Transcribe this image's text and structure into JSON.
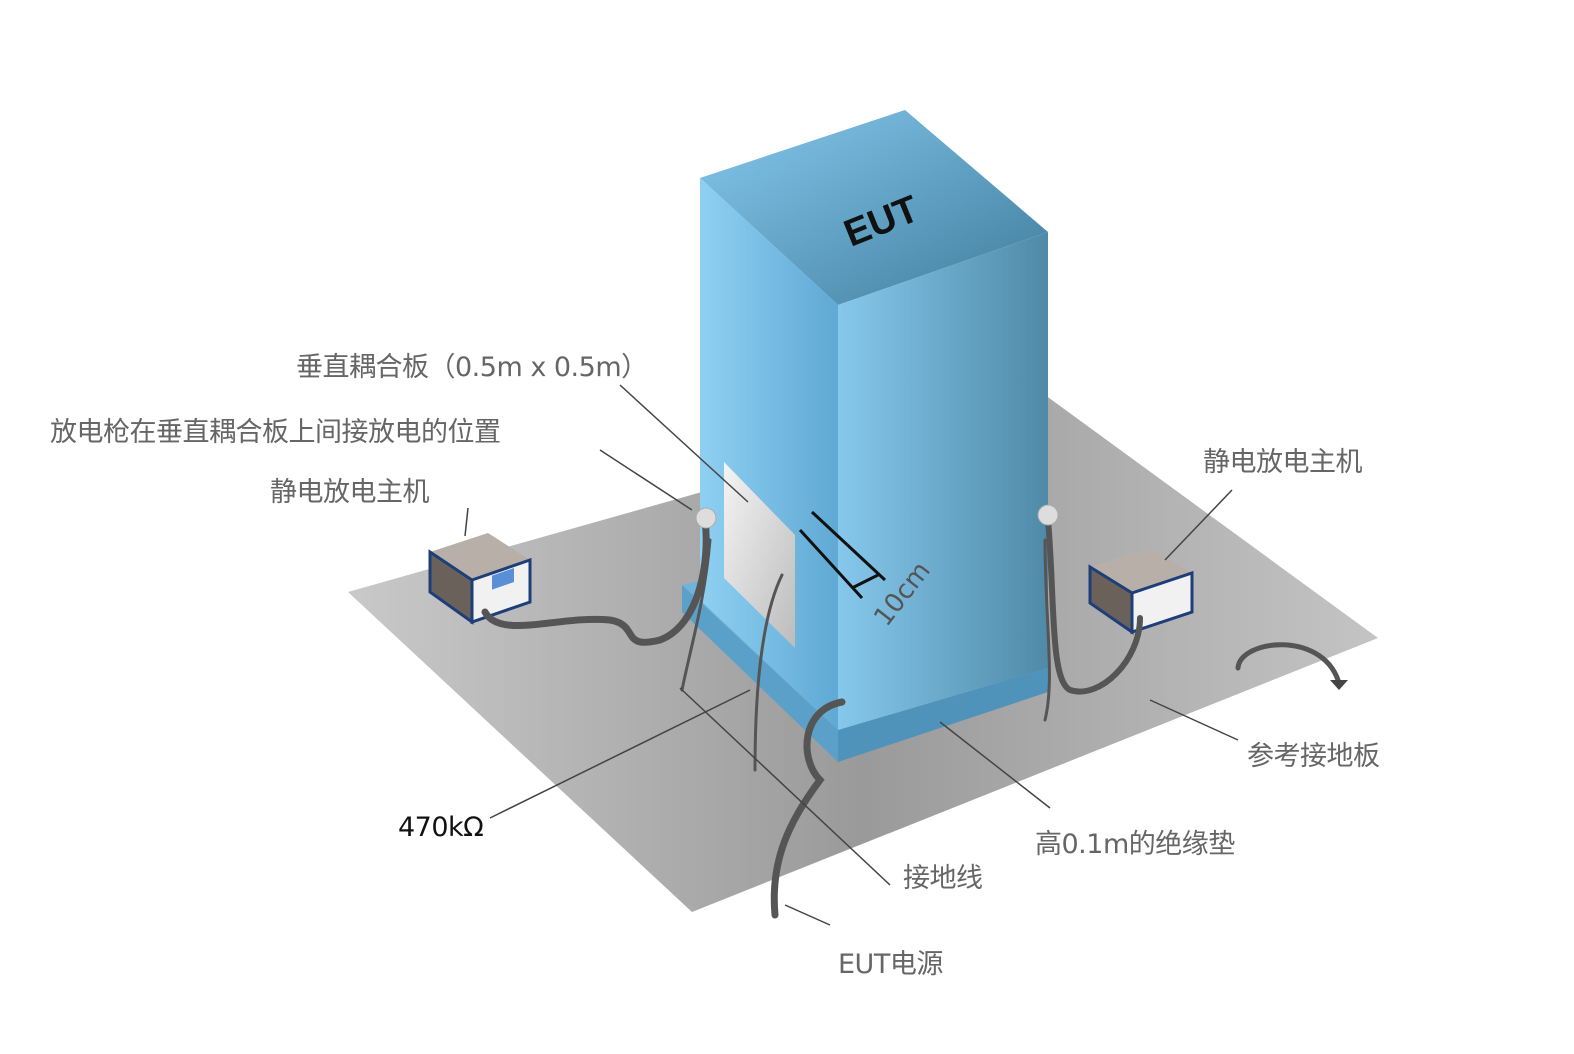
{
  "box_label": "EUT",
  "labels": {
    "coupling_plane": "垂直耦合板（0.5m x 0.5m）",
    "indirect_discharge": "放电枪在垂直耦合板上间接放电的位置",
    "esd_generator_left": "静电放电主机",
    "esd_generator_right": "静电放电主机",
    "ground_plane": "参考接地板",
    "resistor": "470kΩ",
    "insulating_mat": "高0.1m的绝缘垫",
    "ground_wire": "接地线",
    "eut_power": "EUT电源",
    "distance": "10cm"
  },
  "colors": {
    "eut_left": "#7cc4ea",
    "eut_right": "#5a9bbd",
    "ground_plane": "#a8a8a8",
    "mat": "#6fb3da"
  }
}
